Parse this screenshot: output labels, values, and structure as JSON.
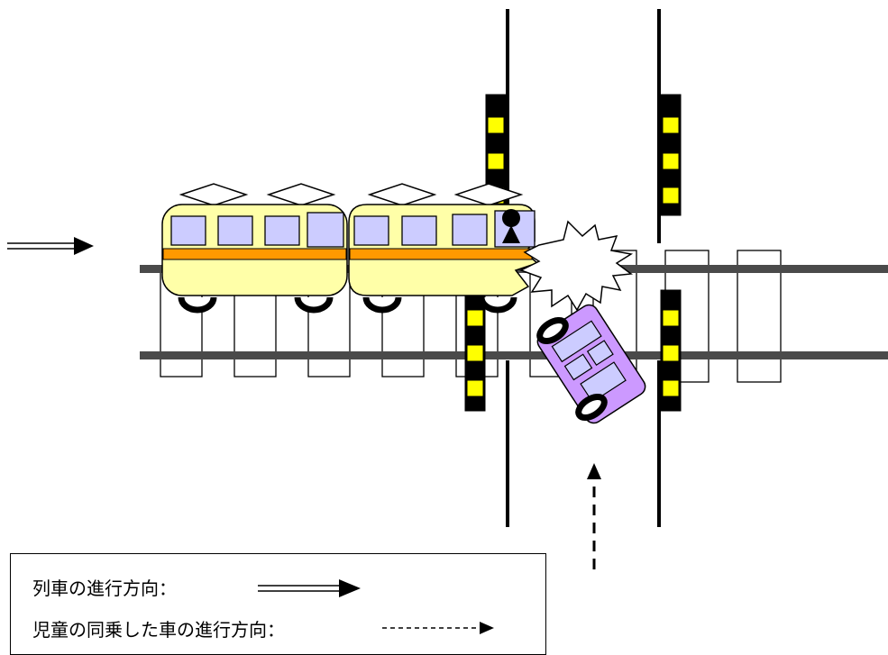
{
  "legend": {
    "train_direction_label": "列車の進行方向：",
    "car_direction_label": "児童の同乗した車の進行方向："
  },
  "colors": {
    "rail": "#4a4a4a",
    "train_body": "#ffffa8",
    "train_stripe": "#ff9900",
    "train_window": "#ccccff",
    "car_body": "#cc99ff",
    "car_window": "#ccccff",
    "crossing_yellow": "#ffff00",
    "crossing_black": "#000000"
  },
  "icons": [
    "train-direction-arrow",
    "car-direction-arrow",
    "collision-burst-icon",
    "driver-icon"
  ]
}
